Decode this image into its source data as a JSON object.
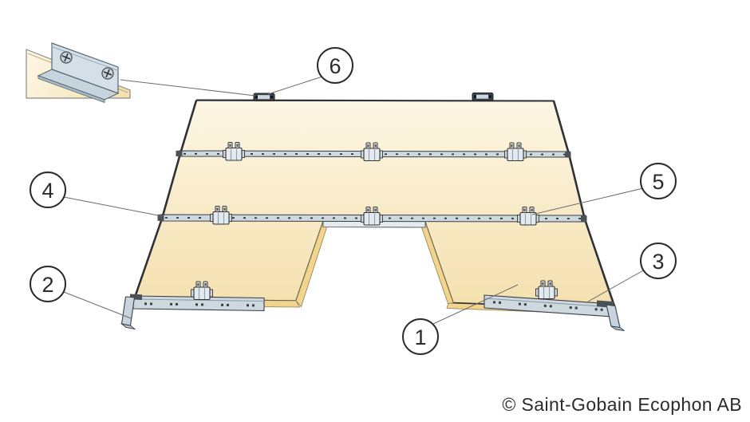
{
  "diagram": {
    "copyright": "© Saint-Gobain Ecophon AB",
    "callouts": [
      {
        "id": "1",
        "label": "1"
      },
      {
        "id": "2",
        "label": "2"
      },
      {
        "id": "3",
        "label": "3"
      },
      {
        "id": "4",
        "label": "4"
      },
      {
        "id": "5",
        "label": "5"
      },
      {
        "id": "6",
        "label": "6"
      }
    ]
  },
  "colors": {
    "background": "#ffffff",
    "panel_light": "#fdf7e6",
    "panel_mid": "#f4dfab",
    "panel_edge": "#f2d48d",
    "rail": "#cdd8df",
    "rail_light": "#e4ebf0",
    "rail_dark": "#4a5258",
    "bracket": "#d4dfe7",
    "bracket_flange": "#c6d4dd",
    "outline": "#2d3238",
    "leader": "#6b6b6b",
    "callout_stroke": "#2b2b2b",
    "text": "#2b2b2b"
  }
}
